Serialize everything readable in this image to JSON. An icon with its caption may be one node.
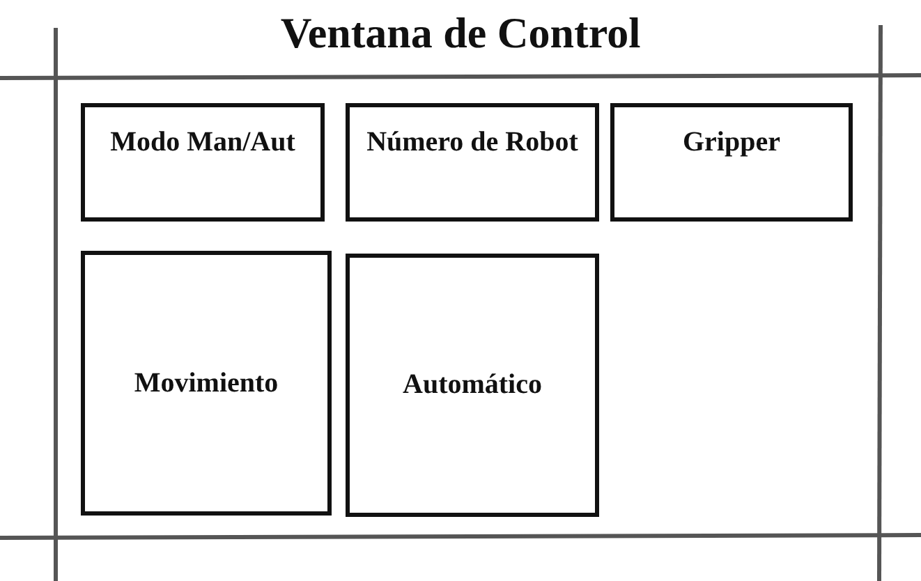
{
  "diagram": {
    "nodes": [
      {
        "text": [
          "Ventana de Control"
        ]
      },
      {
        "text": [
          "Modo Man/Aut"
        ],
        "in": 0
      },
      {
        "text": [
          "Número de Robot"
        ],
        "in": 0
      },
      {
        "text": [
          "Gripper"
        ],
        "in": 0
      },
      {
        "text": [
          "Movimiento"
        ],
        "in": 0
      },
      {
        "text": [
          "Automático"
        ],
        "in": 0
      }
    ]
  }
}
